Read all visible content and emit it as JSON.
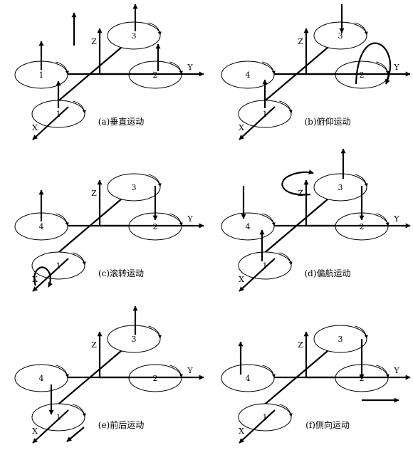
{
  "axes": {
    "x": "X",
    "y": "Y",
    "z": "Z"
  },
  "panels": [
    {
      "id": "a",
      "caption": "(a)垂直运动",
      "rotors": {
        "left": "1",
        "right": "2",
        "top": "3",
        "bottom": "1"
      }
    },
    {
      "id": "b",
      "caption": "(b)俯仰运动",
      "rotors": {
        "left": "4",
        "right": "2",
        "top": "3",
        "bottom": "1"
      }
    },
    {
      "id": "c",
      "caption": "(c)滚转运动",
      "rotors": {
        "left": "4",
        "right": "2",
        "top": "3",
        "bottom": "1"
      }
    },
    {
      "id": "d",
      "caption": "(d)偏航运动",
      "rotors": {
        "left": "4",
        "right": "2",
        "top": "3",
        "bottom": "1"
      }
    },
    {
      "id": "e",
      "caption": "(e)前后运动",
      "rotors": {
        "left": "4",
        "right": "2",
        "top": "3",
        "bottom": "1"
      }
    },
    {
      "id": "f",
      "caption": "(f)侧向运动",
      "rotors": {
        "left": "4",
        "right": "2",
        "top": "3",
        "bottom": "1"
      }
    }
  ]
}
